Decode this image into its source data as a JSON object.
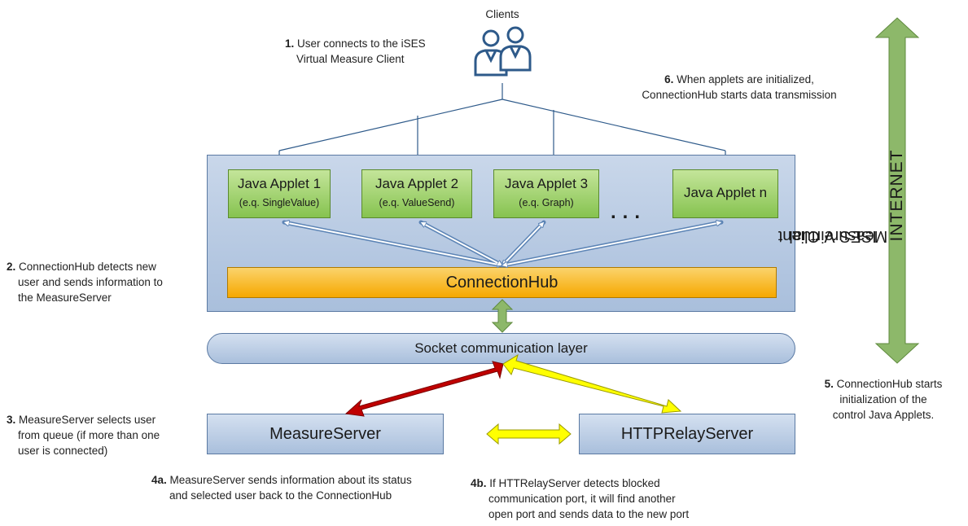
{
  "clients_label": "Clients",
  "client_panel": {
    "title_line1": "ISES Virtual",
    "title_line2": "Measure Client",
    "applets": [
      {
        "title": "Java Applet 1",
        "subtitle": "(e.q. SingleValue)"
      },
      {
        "title": "Java Applet 2",
        "subtitle": "(e.q. ValueSend)"
      },
      {
        "title": "Java Applet 3",
        "subtitle": "(e.q. Graph)"
      },
      {
        "title": "Java Applet n",
        "subtitle": ""
      }
    ],
    "ellipsis": "...",
    "hub_label": "ConnectionHub"
  },
  "socket_label": "Socket communication layer",
  "servers": {
    "measure": "MeasureServer",
    "relay": "HTTPRelayServer"
  },
  "internet_label": "INTERNET",
  "colors": {
    "line_blue": "#2e5a8a",
    "arrow_red": "#c00000",
    "arrow_yellow": "#ffff00",
    "arrow_green": "#8db86a",
    "hub_orange": "#f6a800",
    "applet_green": "#9fd06c"
  },
  "notes": {
    "n1_num": "1.",
    "n1_line1": "User connects to the iSES",
    "n1_line2": "Virtual Measure Client",
    "n2_num": "2.",
    "n2_line1": "ConnectionHub detects new",
    "n2_line2": "user and sends information to",
    "n2_line3": "the MeasureServer",
    "n3_num": "3.",
    "n3_line1": "MeasureServer selects user",
    "n3_line2": "from queue (if more than one",
    "n3_line3": "user is connected)",
    "n4a_num": "4a.",
    "n4a_line1": "MeasureServer sends information about its status",
    "n4a_line2": "and selected user back to the ConnectionHub",
    "n4b_num": "4b.",
    "n4b_line1": "If HTTRelayServer detects blocked",
    "n4b_line2": "communication port, it will find another",
    "n4b_line3": "open port and sends data to the new port",
    "n5_num": "5.",
    "n5_line1": "ConnectionHub starts",
    "n5_line2": "initialization of the",
    "n5_line3": "control Java Applets.",
    "n6_num": "6.",
    "n6_line1": "When applets are initialized,",
    "n6_line2": "ConnectionHub starts data transmission"
  }
}
